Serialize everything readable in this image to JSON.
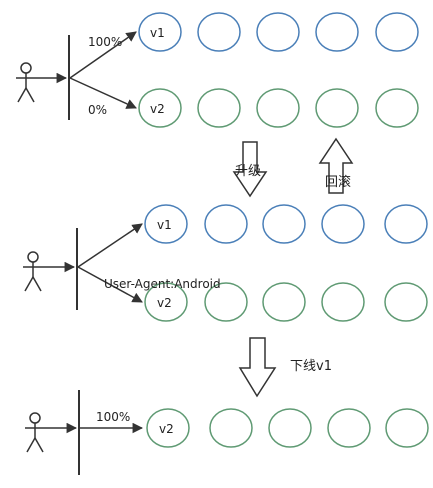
{
  "stage1": {
    "top_label": "100%",
    "bottom_label": "0%",
    "v1": "v1",
    "v2": "v2"
  },
  "stage2": {
    "header_label": "User-Agent:Android",
    "v1": "v1",
    "v2": "v2"
  },
  "stage3": {
    "top_label": "100%",
    "v2": "v2"
  },
  "transitions": {
    "upgrade": "升级",
    "rollback": "回滚",
    "offline": "下线v1"
  },
  "colors": {
    "blue": "#4a7fb8",
    "green": "#5f9a73",
    "line": "#333333"
  }
}
